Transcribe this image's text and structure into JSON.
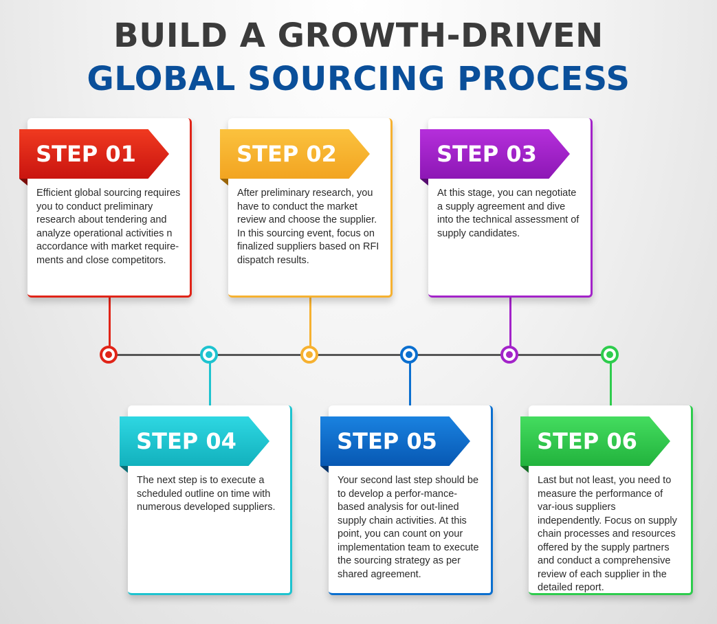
{
  "title": {
    "line1": "BUILD A GROWTH-DRIVEN",
    "line2": "GLOBAL SOURCING PROCESS"
  },
  "steps": [
    {
      "label": "STEP 01",
      "color": "#e02418",
      "text": "Efficient global sourcing requires you to conduct preliminary research about tendering and analyze operational activities n accordance with market require-ments and close competitors."
    },
    {
      "label": "STEP 02",
      "color": "#f6b130",
      "text": "After preliminary research, you have to conduct the market review and choose the supplier. In this sourcing event, focus on finalized suppliers based on RFI dispatch results."
    },
    {
      "label": "STEP 03",
      "color": "#a323c9",
      "text": "At this stage, you can negotiate a supply agreement and dive into the technical assessment of supply candidates."
    },
    {
      "label": "STEP 04",
      "color": "#1ec3cf",
      "text": "The next step is to execute a scheduled outline on time with numerous developed suppliers."
    },
    {
      "label": "STEP 05",
      "color": "#0b6fcf",
      "text": "Your second last step should be to develop a perfor-mance-based analysis for out-lined supply chain activities. At this point, you can count on your implementation team to execute the sourcing strategy as per shared agreement."
    },
    {
      "label": "STEP 06",
      "color": "#2ecc4d",
      "text": "Last but not least, you need to measure the performance of var-ious suppliers independently. Focus on supply chain processes and resources offered by the supply partners and conduct a comprehensive review of each supplier in the detailed report."
    }
  ]
}
